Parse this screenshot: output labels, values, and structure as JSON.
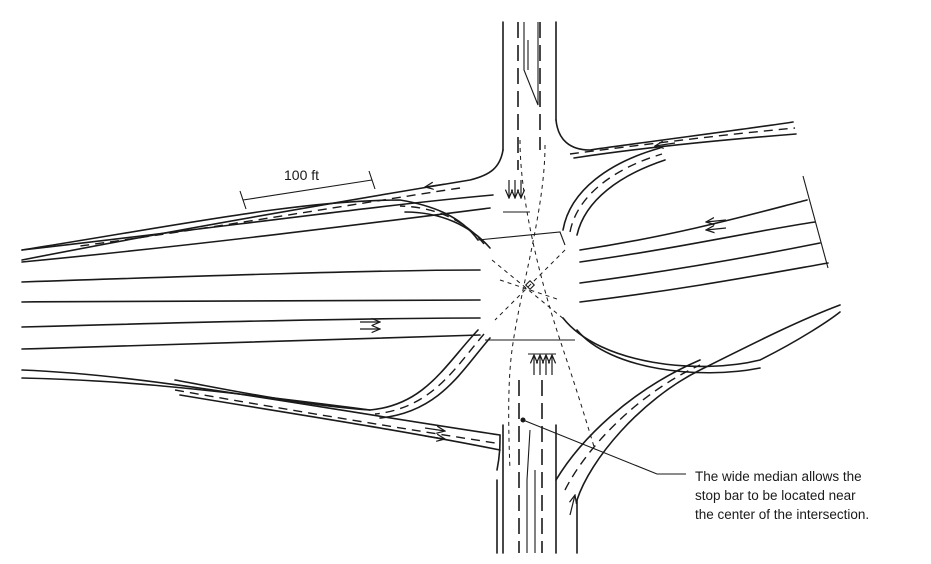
{
  "scale": {
    "label": "100 ft"
  },
  "callout": {
    "lines": [
      "The wide median allows the",
      "stop bar to be located near",
      "the center of the intersection."
    ]
  }
}
